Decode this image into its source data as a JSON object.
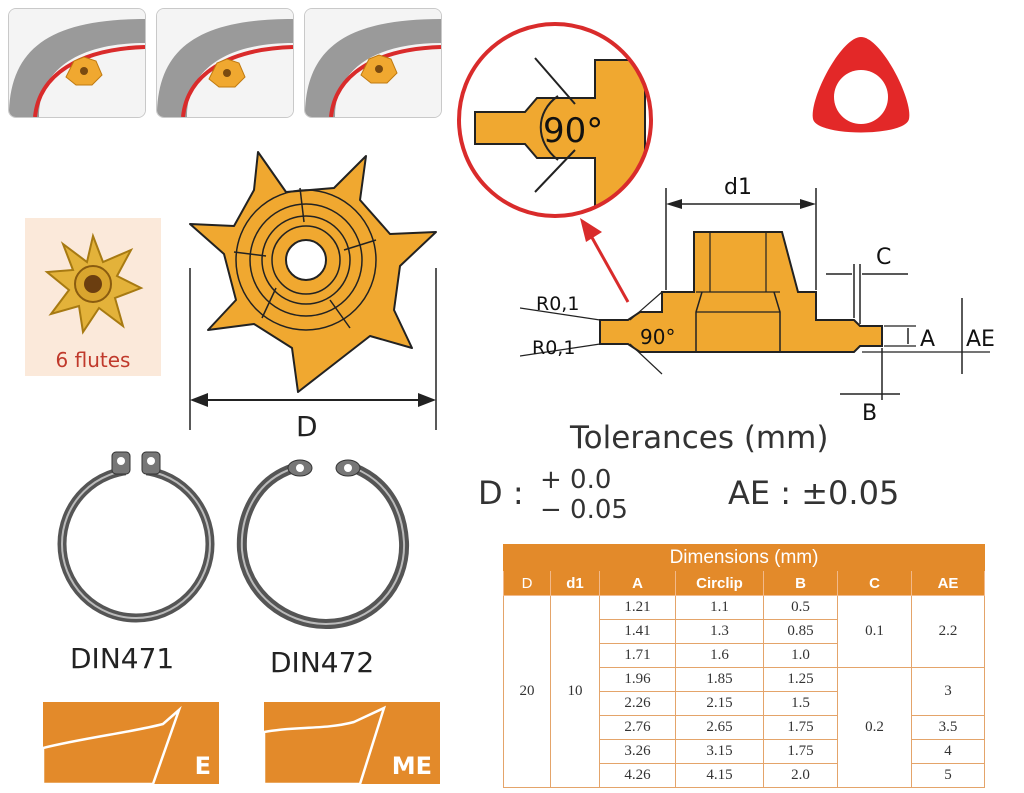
{
  "flutes_card": {
    "label": "6 flutes"
  },
  "cutter": {
    "dimension_label": "D"
  },
  "circlips": {
    "left_label": "DIN471",
    "right_label": "DIN472"
  },
  "profiles": [
    {
      "letter": "E"
    },
    {
      "letter": "ME"
    }
  ],
  "detail": {
    "angle_label": "90°"
  },
  "drawing": {
    "d1": "d1",
    "C": "C",
    "A": "A",
    "AE": "AE",
    "B": "B",
    "r_top": "R0,1",
    "r_bottom": "R0,1",
    "angle": "90°"
  },
  "tolerances": {
    "title": "Tolerances (mm)",
    "d_label": "D :",
    "d_plus": "+ 0.0",
    "d_minus": "− 0.05",
    "ae_text": "AE : ±0.05"
  },
  "table": {
    "caption": "Dimensions (mm)",
    "headers": [
      "D",
      "d1",
      "A",
      "Circlip",
      "B",
      "C",
      "AE"
    ],
    "D": "20",
    "d1": "10",
    "rows": [
      {
        "A": "1.21",
        "circlip": "1.1",
        "B": "0.5"
      },
      {
        "A": "1.41",
        "circlip": "1.3",
        "B": "0.85"
      },
      {
        "A": "1.71",
        "circlip": "1.6",
        "B": "1.0"
      },
      {
        "A": "1.96",
        "circlip": "1.85",
        "B": "1.25"
      },
      {
        "A": "2.26",
        "circlip": "2.15",
        "B": "1.5"
      },
      {
        "A": "2.76",
        "circlip": "2.65",
        "B": "1.75"
      },
      {
        "A": "3.26",
        "circlip": "3.15",
        "B": "1.75"
      },
      {
        "A": "4.26",
        "circlip": "4.15",
        "B": "2.0"
      }
    ],
    "C_groups": [
      "0.1",
      "0.2"
    ],
    "AE_groups": [
      "2.2",
      "3",
      "3.5",
      "4",
      "5"
    ]
  },
  "colors": {
    "accent": "#e38a2a",
    "gold": "#f0a830",
    "red": "#d92b2b"
  }
}
